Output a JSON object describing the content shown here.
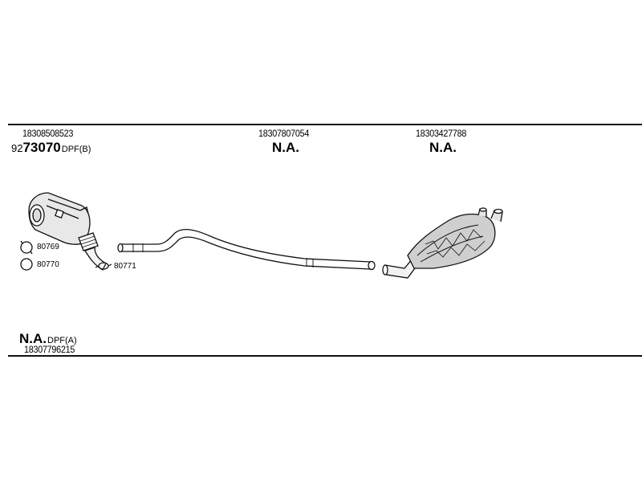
{
  "top_row": {
    "left": {
      "part_number": "18308508523",
      "prefix": "92",
      "code": "73070",
      "suffix": "DPF(B)"
    },
    "middle": {
      "part_number": "18307807054",
      "code": "N.A."
    },
    "right": {
      "part_number": "18303427788",
      "code": "N.A."
    }
  },
  "clamps": [
    {
      "code": "80769"
    },
    {
      "code": "80770"
    },
    {
      "code": "80771"
    }
  ],
  "bottom": {
    "code": "N.A.",
    "suffix": "DPF(A)",
    "part_number": "18307796215"
  }
}
